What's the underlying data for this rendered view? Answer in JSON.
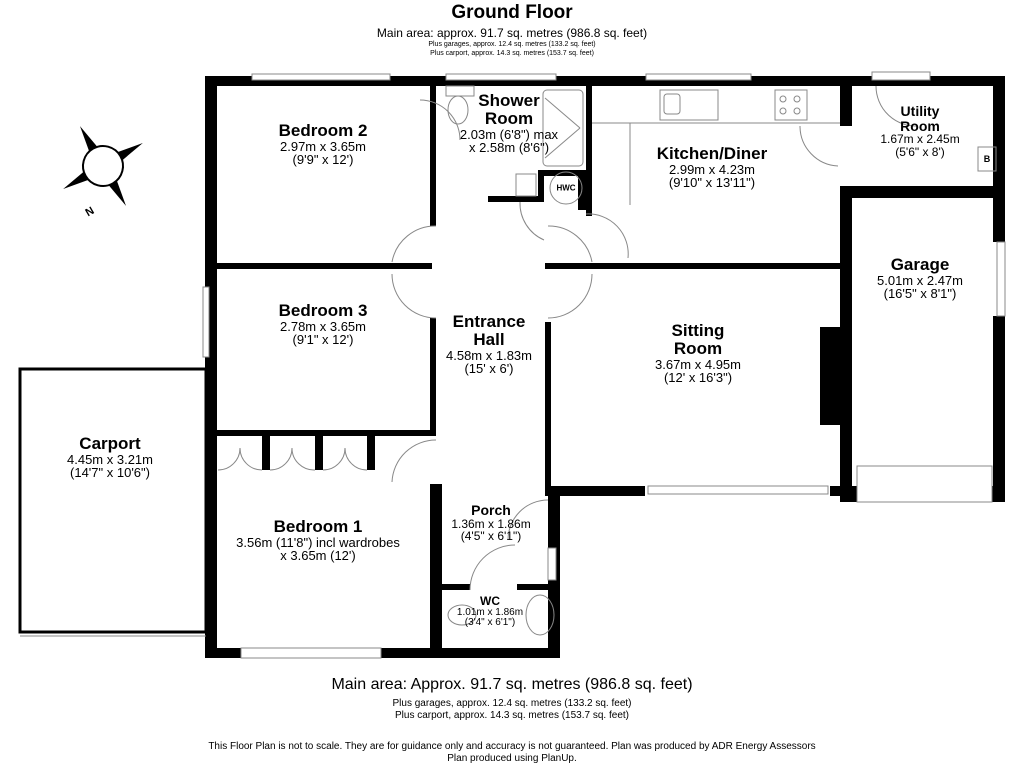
{
  "header": {
    "title": "Ground Floor",
    "main_area": "Main area: approx. 91.7 sq. metres (986.8 sq. feet)",
    "garages": "Plus garages, approx. 12.4 sq. metres (133.2 sq. feet)",
    "carport": "Plus carport, approx. 14.3 sq. metres (153.7 sq. feet)"
  },
  "rooms": {
    "bedroom2": {
      "name": "Bedroom 2",
      "metric": "2.97m x 3.65m",
      "imperial": "(9'9\" x 12')"
    },
    "shower_room": {
      "name1": "Shower",
      "name2": "Room",
      "metric": "2.03m (6'8\") max",
      "imperial": "x 2.58m (8'6\")"
    },
    "kitchen": {
      "name": "Kitchen/Diner",
      "metric": "2.99m x 4.23m",
      "imperial": "(9'10\" x 13'11\")"
    },
    "utility": {
      "name1": "Utility",
      "name2": "Room",
      "metric": "1.67m x 2.45m",
      "imperial": "(5'6\" x 8')"
    },
    "bedroom3": {
      "name": "Bedroom 3",
      "metric": "2.78m x 3.65m",
      "imperial": "(9'1\" x 12')"
    },
    "entrance_hall": {
      "name1": "Entrance",
      "name2": "Hall",
      "metric": "4.58m x 1.83m",
      "imperial": "(15' x 6')"
    },
    "sitting_room": {
      "name1": "Sitting",
      "name2": "Room",
      "metric": "3.67m x 4.95m",
      "imperial": "(12' x 16'3\")"
    },
    "garage": {
      "name": "Garage",
      "metric": "5.01m x 2.47m",
      "imperial": "(16'5\" x 8'1\")"
    },
    "carport": {
      "name": "Carport",
      "metric": "4.45m x 3.21m",
      "imperial": "(14'7\" x 10'6\")"
    },
    "bedroom1": {
      "name": "Bedroom 1",
      "metric": "3.56m (11'8\") incl wardrobes",
      "imperial": "x 3.65m (12')"
    },
    "porch": {
      "name": "Porch",
      "metric": "1.36m x 1.86m",
      "imperial": "(4'5\" x 6'1\")"
    },
    "wc": {
      "name": "WC",
      "metric": "1.01m x 1.86m",
      "imperial": "(3'4\" x 6'1\")"
    }
  },
  "fixtures": {
    "hwc_label": "HWC",
    "boiler_label": "B",
    "north_label": "N"
  },
  "footer": {
    "main_area": "Main area: Approx. 91.7 sq. metres (986.8 sq. feet)",
    "garages": "Plus garages, approx. 12.4 sq. metres (133.2 sq. feet)",
    "carport": "Plus carport, approx. 14.3 sq. metres (153.7 sq. feet)",
    "disclaimer": "This Floor Plan is not to scale. They are for guidance only and accuracy is not guaranteed. Plan was produced by ADR Energy Assessors",
    "produced_with": "Plan produced using PlanUp."
  },
  "colors": {
    "wall": "#000000",
    "line": "#888888",
    "background": "#ffffff"
  }
}
